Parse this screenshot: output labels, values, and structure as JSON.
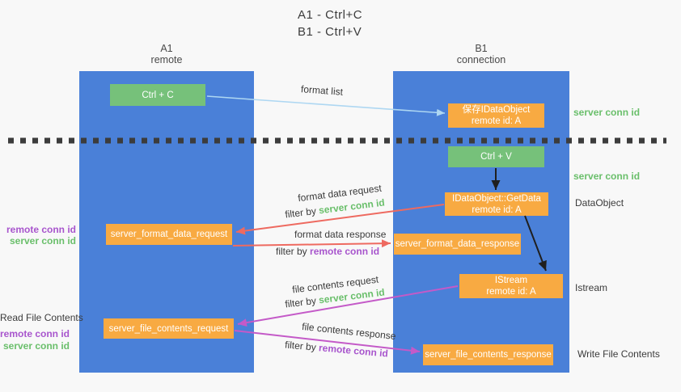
{
  "title_lines": [
    "A1 - Ctrl+C",
    "B1 - Ctrl+V"
  ],
  "columns": {
    "left": {
      "name": "A1",
      "subtitle": "remote"
    },
    "right": {
      "name": "B1",
      "subtitle": "connection"
    }
  },
  "boxes": {
    "ctrl_c": {
      "label": "Ctrl + C"
    },
    "save_dataobject": {
      "line1": "保存IDataObject",
      "line2": "remote id: A"
    },
    "ctrl_v": {
      "label": "Ctrl + V"
    },
    "getdata": {
      "line1": "IDataObject::GetData",
      "line2": "remote id: A"
    },
    "format_request": {
      "label": "server_format_data_request"
    },
    "format_response": {
      "label": "server_format_data_response"
    },
    "istream": {
      "line1": "IStream",
      "line2": "remote id: A"
    },
    "file_request": {
      "label": "server_file_contents_request"
    },
    "file_response": {
      "label": "server_file_contents_response"
    }
  },
  "flow_labels": {
    "format_list": "format list",
    "format_data_request": "format data request",
    "format_data_response": "format data response",
    "file_contents_request": "file contents request",
    "file_contents_response": "file contents response",
    "filter_by": "filter by",
    "server_conn_id": "server conn id",
    "remote_conn_id": "remote conn id"
  },
  "side_labels": {
    "right_server_conn_id_1": "server conn id",
    "right_server_conn_id_2": "server conn id",
    "dataobject": "DataObject",
    "istream": "Istream",
    "write_file_contents": "Write File Contents",
    "left_remote_conn_id_1": "remote conn id",
    "left_server_conn_id_1": "server conn id",
    "read_file_contents": "Read File Contents",
    "left_remote_conn_id_2": "remote conn id",
    "left_server_conn_id_2": "server conn id"
  },
  "colors": {
    "background": "#f8f8f8",
    "column_blue": "#4a80d8",
    "box_green": "#76c17a",
    "box_orange": "#f8aa42",
    "arrow_light_blue": "#aed7f2",
    "arrow_red": "#ee6a60",
    "arrow_magenta": "#c45ac8",
    "arrow_black": "#1f1f1f",
    "label_green": "#6abf6b",
    "label_purple": "#a855cd",
    "text_dark": "#3b3b3b"
  }
}
